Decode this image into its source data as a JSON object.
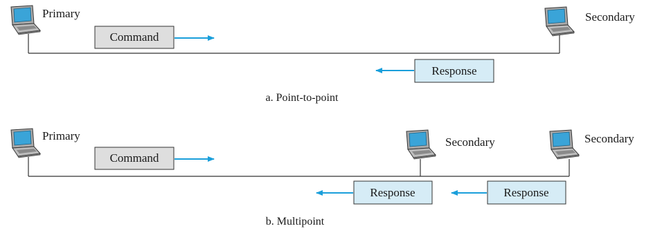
{
  "colors": {
    "arrow": "#1a9fdb",
    "command_fill": "#dedede",
    "response_fill": "#d6ecf6",
    "line": "#333333",
    "laptop_body": "#a9a9a9",
    "laptop_screen": "#3aa4d8"
  },
  "icons": [
    "laptop-icon"
  ],
  "diagram_a": {
    "primary_label": "Primary",
    "secondary_label": "Secondary",
    "command_label": "Command",
    "response_label": "Response",
    "caption": "a. Point-to-point"
  },
  "diagram_b": {
    "primary_label": "Primary",
    "secondary_labels": [
      "Secondary",
      "Secondary"
    ],
    "command_label": "Command",
    "response_labels": [
      "Response",
      "Response"
    ],
    "caption": "b. Multipoint"
  }
}
